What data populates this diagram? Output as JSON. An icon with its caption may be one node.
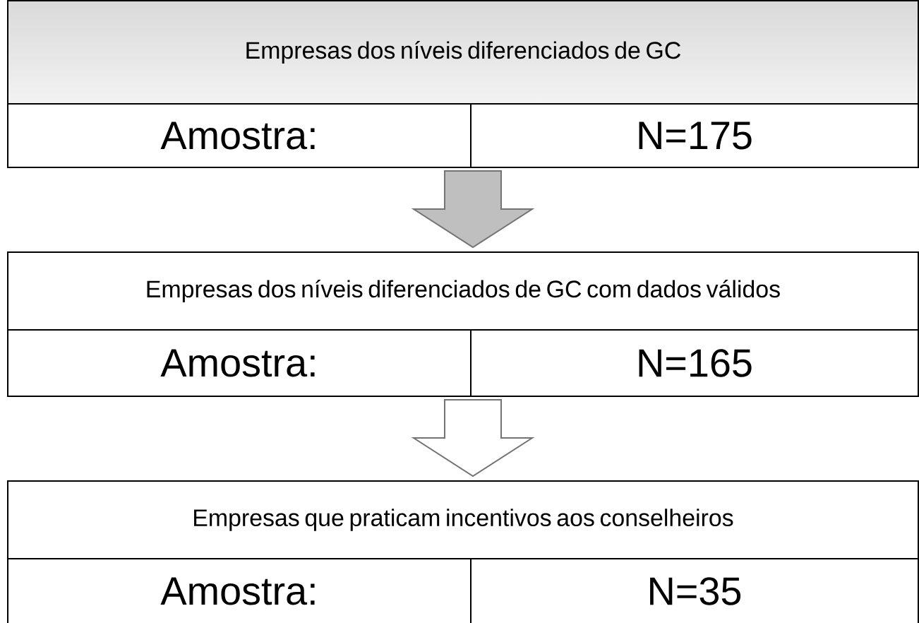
{
  "diagram": {
    "nodes": [
      {
        "text": [
          "Empresas dos níveis diferenciados de GC"
        ]
      },
      {
        "text": [
          "Amostra:"
        ]
      },
      {
        "text": [
          "N=175"
        ]
      },
      {
        "text": [
          "Empresas dos níveis diferenciados de GC com dados válidos"
        ]
      },
      {
        "text": [
          "Amostra:"
        ]
      },
      {
        "text": [
          "N=165"
        ]
      },
      {
        "text": [
          "Empresas que praticam incentivos aos conselheiros"
        ]
      },
      {
        "text": [
          "Amostra:"
        ]
      },
      {
        "text": [
          "N=35"
        ]
      }
    ],
    "edges": [
      {
        "from": 2,
        "to": 3,
        "arrow": "to",
        "color": "#bfbfbf"
      },
      {
        "from": 5,
        "to": 6,
        "arrow": "to",
        "color": "#ffffff"
      }
    ]
  }
}
